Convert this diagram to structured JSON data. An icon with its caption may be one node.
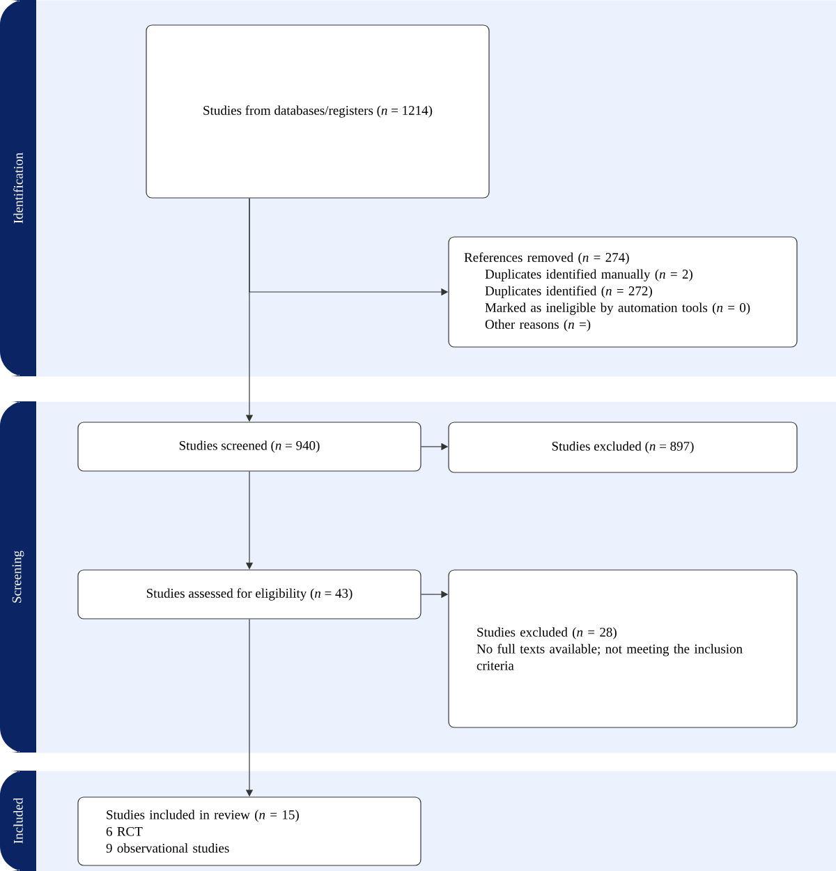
{
  "diagram": {
    "nodes": [
      {
        "text": [
          "Identification"
        ]
      },
      {
        "text": [
          "Studies from databases/registers (*n* = 1214)"
        ],
        "in": 0
      },
      {
        "text": [
          "References removed (*n* = 274)",
          "Duplicates identified manually (*n* = 2)",
          "Duplicates identified (*n* = 272)",
          "Marked as ineligible by automation tools (*n* = 0)",
          "Other reasons (*n* =)"
        ],
        "in": 0
      },
      {
        "text": [
          "Screening"
        ]
      },
      {
        "text": [
          "Studies screened (*n* = 940)"
        ],
        "in": 3
      },
      {
        "text": [
          "Studies excluded (*n* = 897)"
        ],
        "in": 3
      },
      {
        "text": [
          "Studies assessed for eligibility (*n* = 43)"
        ],
        "in": 3
      },
      {
        "text": [
          "Studies excluded (*n* = 28)",
          "No full texts available; not meeting the inclusion criteria"
        ],
        "in": 3
      },
      {
        "text": [
          "Included"
        ]
      },
      {
        "text": [
          "Studies included in review (*n* = 15)",
          "6 RCT",
          "9 observational studies"
        ],
        "in": 8
      }
    ],
    "edges": [
      {
        "from": 1,
        "to": 4,
        "arrow": "to"
      },
      {
        "from": 1,
        "to": 2,
        "arrow": "to"
      },
      {
        "from": 4,
        "to": 5,
        "arrow": "to"
      },
      {
        "from": 4,
        "to": 6,
        "arrow": "to"
      },
      {
        "from": 6,
        "to": 7,
        "arrow": "to"
      },
      {
        "from": 6,
        "to": 9,
        "arrow": "to"
      }
    ]
  }
}
